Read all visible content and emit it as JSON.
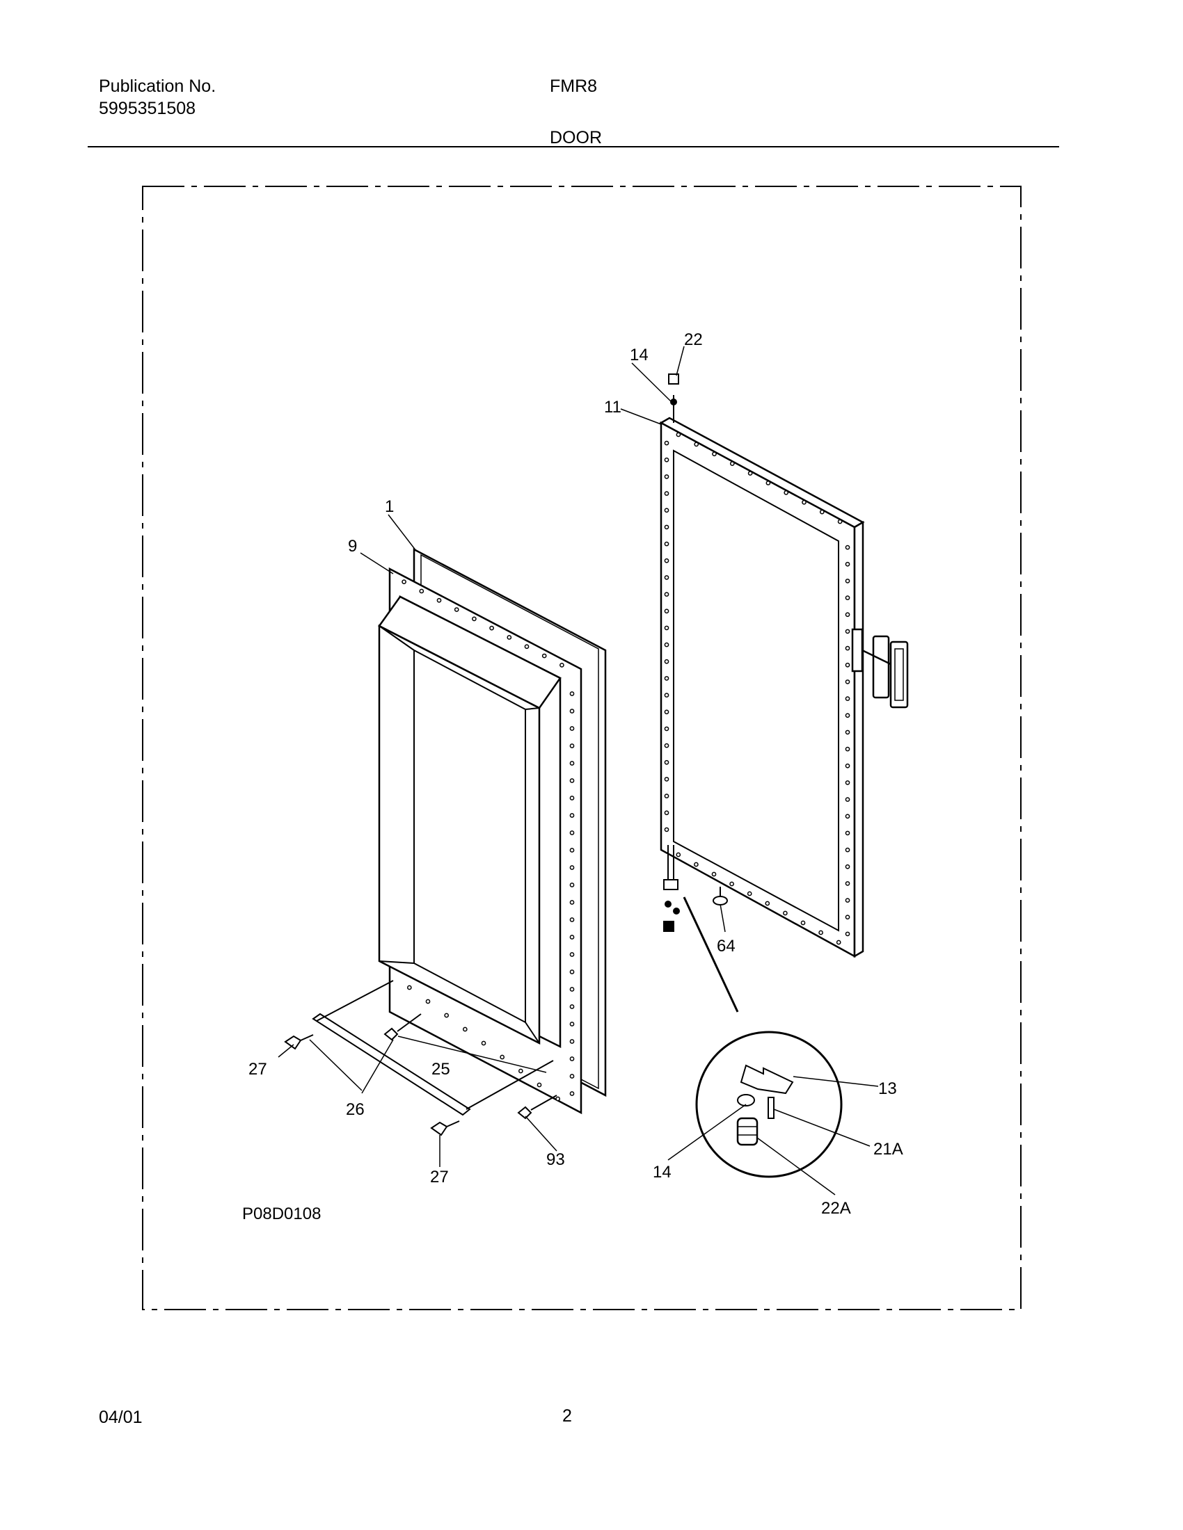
{
  "header": {
    "publication_label": "Publication No.",
    "publication_number": "5995351508",
    "model": "FMR8",
    "section_title": "DOOR"
  },
  "diagram": {
    "drawing_id": "P08D0108",
    "callouts": {
      "c1": "1",
      "c9": "9",
      "c11": "11",
      "c13": "13",
      "c14_top": "14",
      "c14_detail": "14",
      "c21a": "21A",
      "c22_top": "22",
      "c22a": "22A",
      "c25": "25",
      "c26": "26",
      "c27_left": "27",
      "c27_bottom": "27",
      "c64": "64",
      "c93": "93"
    }
  },
  "footer": {
    "date": "04/01",
    "page_number": "2"
  }
}
